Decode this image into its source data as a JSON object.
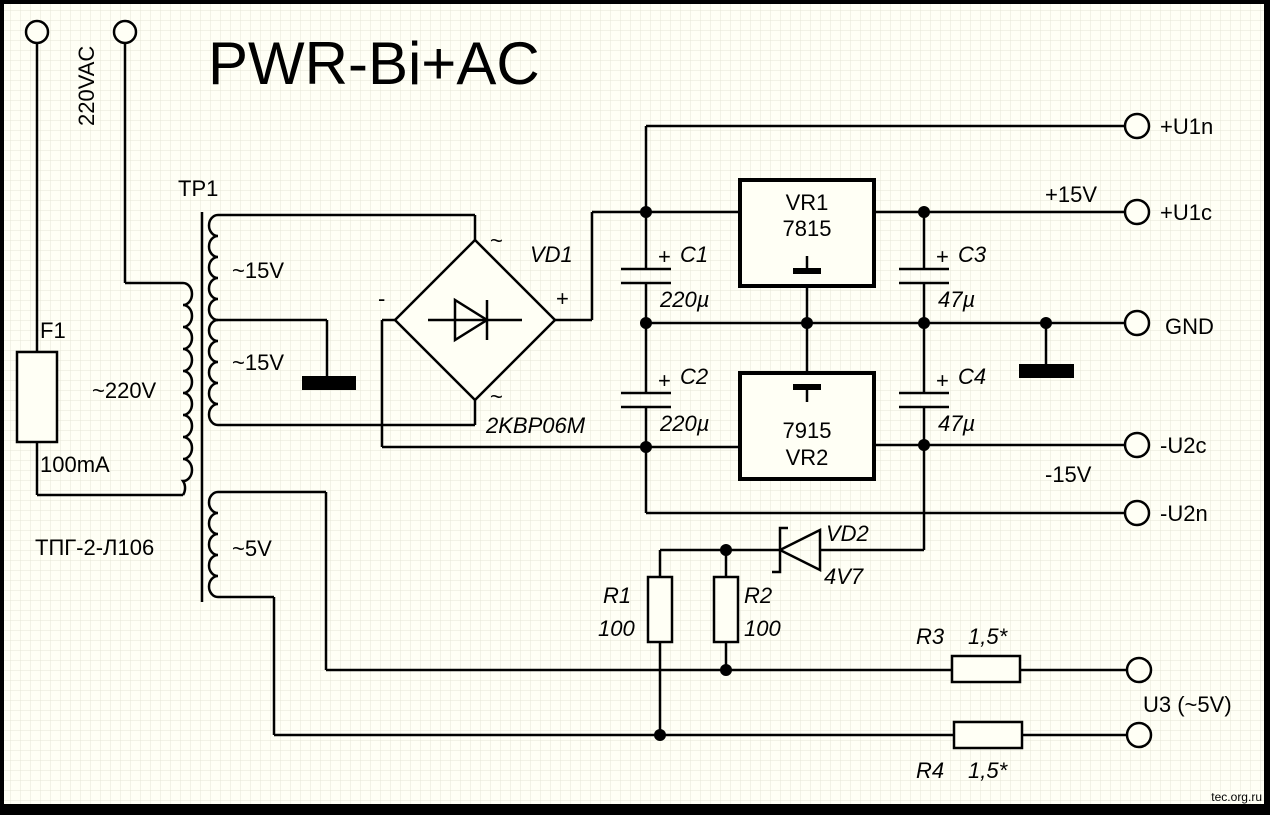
{
  "title": "PWR-Bi+AC",
  "mains": "220VAC",
  "fuse": {
    "ref": "F1",
    "rating": "100mA"
  },
  "transformer": {
    "ref": "TP1",
    "type": "ТПГ-2-Л106",
    "primary": "~220V",
    "sec1": "~15V",
    "sec2": "~15V",
    "sec3": "~5V"
  },
  "bridge": {
    "ref": "VD1",
    "part": "2KBP06M",
    "minus": "-",
    "plus": "+",
    "ac": "~"
  },
  "c1": {
    "ref": "C1",
    "value": "220µ"
  },
  "c2": {
    "ref": "C2",
    "value": "220µ"
  },
  "c3": {
    "ref": "C3",
    "value": "47µ"
  },
  "c4": {
    "ref": "C4",
    "value": "47µ"
  },
  "cap_plus": "+",
  "vr1": {
    "ref": "VR1",
    "part": "7815"
  },
  "vr2": {
    "ref": "VR2",
    "part": "7915"
  },
  "vd2": {
    "ref": "VD2",
    "value": "4V7"
  },
  "r1": {
    "ref": "R1",
    "value": "100"
  },
  "r2": {
    "ref": "R2",
    "value": "100"
  },
  "r3": {
    "ref": "R3",
    "value": "1,5*"
  },
  "r4": {
    "ref": "R4",
    "value": "1,5*"
  },
  "outputs": {
    "u1n": "+U1n",
    "u1c": "+U1c",
    "gnd": "GND",
    "u2c": "-U2c",
    "u2n": "-U2n",
    "u3": "U3 (~5V)"
  },
  "rails": {
    "pos": "+15V",
    "neg": "-15V"
  },
  "watermark": "tec.org.ru"
}
